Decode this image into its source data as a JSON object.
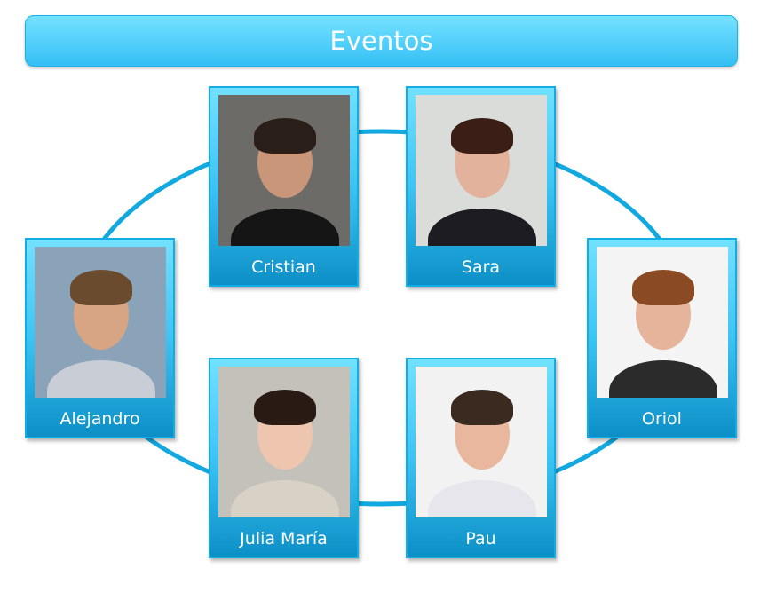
{
  "title": "Eventos",
  "colors": {
    "accent": "#13ade6",
    "card_top": "#72e1ff",
    "card_bottom": "#0c8fc6",
    "ring": "#12a8e0"
  },
  "people": [
    {
      "name": "Cristian",
      "bg": "#6d6b68",
      "skin": "#c9967a",
      "hair": "#2a1e18",
      "shirt": "#151515"
    },
    {
      "name": "Sara",
      "bg": "#d9dcd8",
      "skin": "#e2b29c",
      "hair": "#3b1f17",
      "shirt": "#1c1c22"
    },
    {
      "name": "Alejandro",
      "bg": "#8aa3b8",
      "skin": "#d8a584",
      "hair": "#6b4b2e",
      "shirt": "#c9cdd6"
    },
    {
      "name": "Oriol",
      "bg": "#f4f4f4",
      "skin": "#e6b49a",
      "hair": "#8a4a24",
      "shirt": "#2b2b2b"
    },
    {
      "name": "Julia María",
      "bg": "#c4c1bb",
      "skin": "#eec5ae",
      "hair": "#2a1a14",
      "shirt": "#d8d2c6"
    },
    {
      "name": "Pau",
      "bg": "#f2f2f2",
      "skin": "#e8b79d",
      "hair": "#3a2a20",
      "shirt": "#e6e6ec"
    }
  ]
}
